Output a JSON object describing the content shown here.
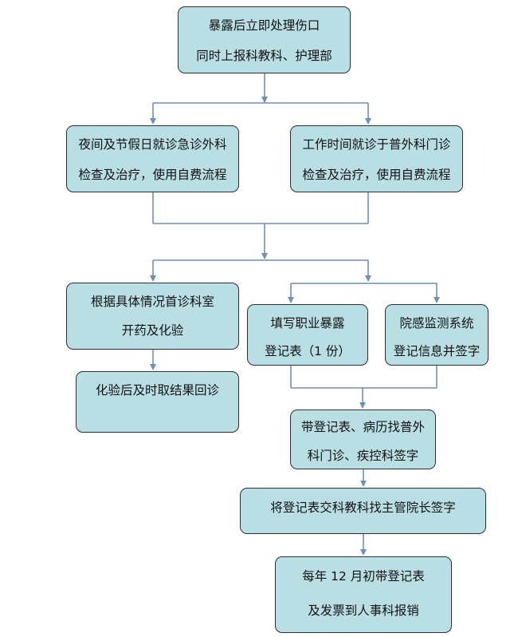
{
  "colors": {
    "box_fill": "#b9dfe5",
    "box_border": "#2e2e2e",
    "connector": "#6e8fb8",
    "text": "#111111"
  },
  "nodes": {
    "n1": {
      "lines": [
        "暴露后立即处理伤口",
        "同时上报科教科、护理部"
      ]
    },
    "n2": {
      "lines": [
        "夜间及节假日就诊急诊外科",
        "检查及治疗，使用自费流程"
      ]
    },
    "n3": {
      "lines": [
        "工作时间就诊于普外科门诊",
        "检查及治疗，使用自费流程"
      ]
    },
    "n4": {
      "lines": [
        "根据具体情况首诊科室",
        "开药及化验"
      ]
    },
    "n5": {
      "lines": [
        "化验后及时取结果回诊"
      ]
    },
    "n6": {
      "lines": [
        "填写职业暴露",
        "登记表（1 份）"
      ]
    },
    "n7": {
      "lines": [
        "院感监测系统",
        "登记信息并签字"
      ]
    },
    "n8": {
      "lines": [
        "带登记表、病历找普外",
        "科门诊、疾控科签字"
      ]
    },
    "n9": {
      "lines": [
        "将登记表交科教科找主管院长签字"
      ]
    },
    "n10": {
      "lines": [
        "每年 12 月初带登记表",
        "及发票到人事科报销"
      ]
    }
  }
}
